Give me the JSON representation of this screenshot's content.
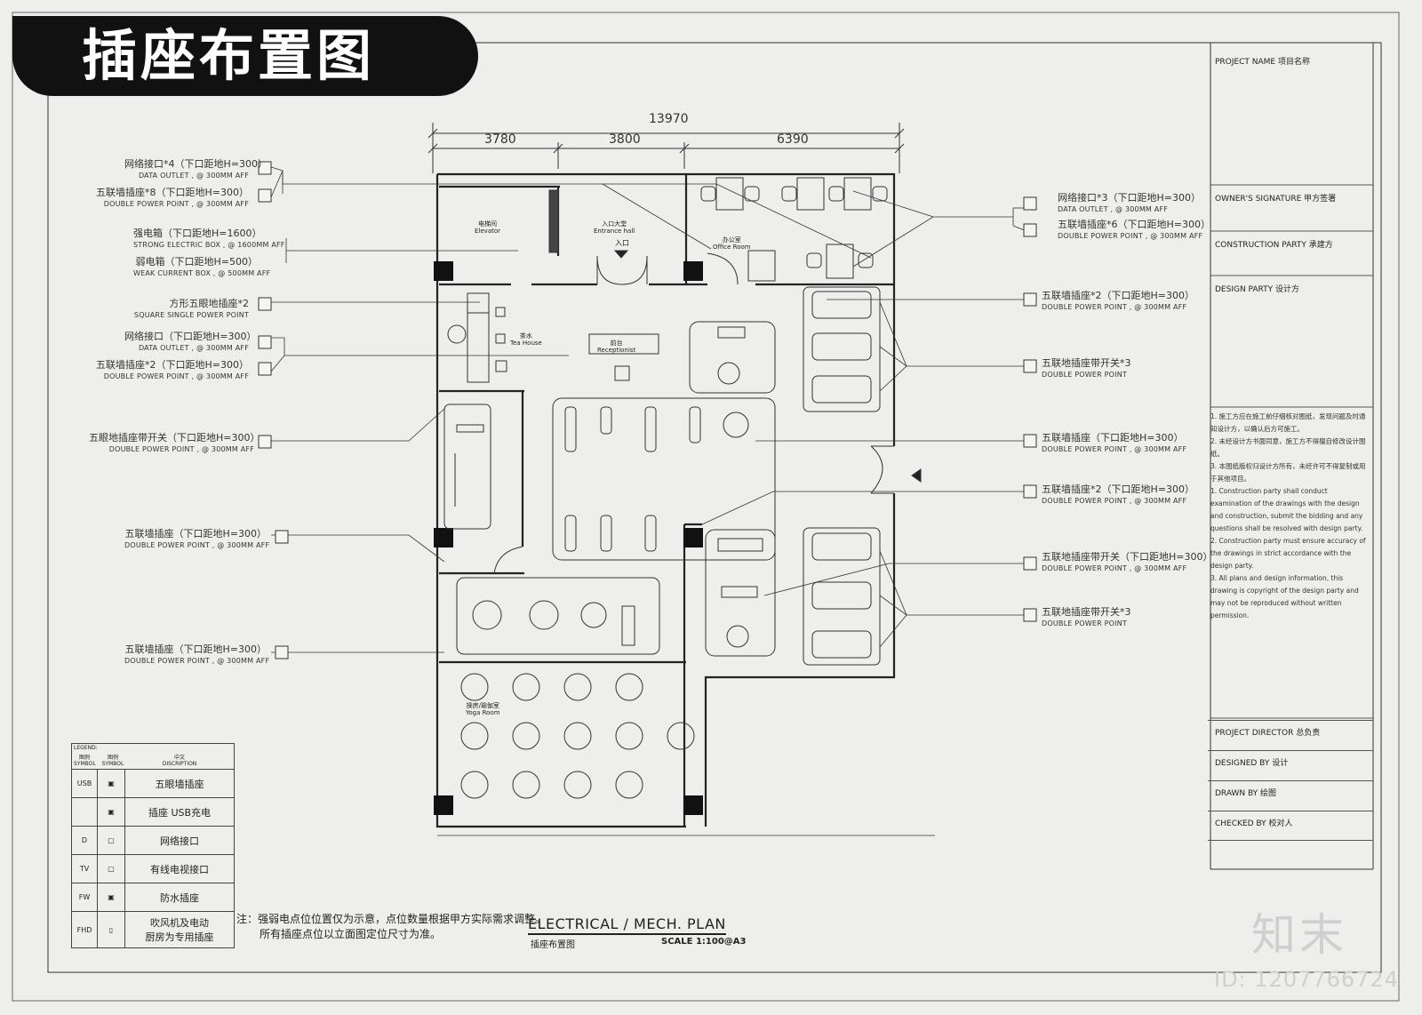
{
  "banner_title": "插座布置图",
  "dimensions": {
    "total": "13970",
    "seg1": "3780",
    "seg2": "3800",
    "seg3": "6390"
  },
  "left_callouts": [
    {
      "cn": "网络接口*4（下口距地H=300）",
      "en": "DATA  OUTLET , @ 300MM AFF"
    },
    {
      "cn": "五联墙插座*8（下口距地H=300）",
      "en": "DOUBLE  POWER POINT , @ 300MM AFF"
    },
    {
      "cn": "强电箱（下口距地H=1600）",
      "en": "STRONG ELECTRIC BOX , @ 1600MM AFF"
    },
    {
      "cn": "弱电箱（下口距地H=500）",
      "en": "WEAK CURRENT BOX , @ 500MM AFF"
    },
    {
      "cn": "方形五眼地插座*2",
      "en": "SQUARE  SINGLE POWER POINT"
    },
    {
      "cn": "网络接口（下口距地H=300）",
      "en": "DATA  OUTLET , @ 300MM AFF"
    },
    {
      "cn": "五联墙插座*2（下口距地H=300）",
      "en": "DOUBLE  POWER POINT , @ 300MM AFF"
    },
    {
      "cn": "五眼地插座带开关（下口距地H=300）",
      "en": "DOUBLE  POWER POINT , @ 300MM AFF"
    },
    {
      "cn": "五联墙插座（下口距地H=300）",
      "en": "DOUBLE  POWER POINT , @ 300MM AFF"
    },
    {
      "cn": "五联墙插座（下口距地H=300）",
      "en": "DOUBLE  POWER POINT , @ 300MM AFF"
    }
  ],
  "right_callouts": [
    {
      "cn": "网络接口*3（下口距地H=300）",
      "en": "DATA  OUTLET , @ 300MM AFF"
    },
    {
      "cn": "五联墙插座*6（下口距地H=300）",
      "en": "DOUBLE  POWER POINT , @ 300MM AFF"
    },
    {
      "cn": "五联墙插座*2（下口距地H=300）",
      "en": "DOUBLE  POWER POINT , @ 300MM AFF"
    },
    {
      "cn": "五联地插座带开关*3",
      "en": "DOUBLE  POWER POINT"
    },
    {
      "cn": "五联墙插座（下口距地H=300）",
      "en": "DOUBLE  POWER POINT , @ 300MM AFF"
    },
    {
      "cn": "五联墙插座*2（下口距地H=300）",
      "en": "DOUBLE  POWER POINT , @ 300MM AFF"
    },
    {
      "cn": "五联地插座带开关（下口距地H=300）",
      "en": "DOUBLE  POWER POINT , @ 300MM AFF"
    },
    {
      "cn": "五联地插座带开关*3",
      "en": "DOUBLE  POWER POINT"
    }
  ],
  "rooms": {
    "elevator": "电梯间\nElevator",
    "entrance": "入口大堂\nEntrance hall",
    "entry_sign": "入口",
    "office": "办公室\nOffice Room",
    "tea": "茶水\nTea House",
    "reception": "前台\nReceptionist",
    "yoga": "操房/瑜伽室\nYoga Room"
  },
  "legend": {
    "header": {
      "legend": "LEGEND:",
      "c1": "图例\nSYMBOL",
      "c2": "图例\nSYMBOL",
      "c3": "中文\nDISCRIPTION"
    },
    "rows": [
      {
        "sym": "USB",
        "desc": "五眼墙插座"
      },
      {
        "sym": "",
        "desc": "插座 USB充电"
      },
      {
        "sym": "D",
        "desc": "网络接口"
      },
      {
        "sym": "TV",
        "desc": "有线电视接口"
      },
      {
        "sym": "FW",
        "desc": "防水插座"
      },
      {
        "sym": "FHD",
        "desc": "吹风机及电动\n厨房为专用插座"
      }
    ]
  },
  "footnote": {
    "line1": "注：强弱电点位位置仅为示意，点位数量根据甲方实际需求调整。",
    "line2": "所有插座点位以立面图定位尺寸为准。"
  },
  "plan_title": "ELECTRICAL / MECH. PLAN",
  "plan_subtitle": "插座布置图",
  "plan_scale": "SCALE 1:100@A3",
  "title_block": {
    "project_name": "PROJECT NAME   项目名称",
    "owner": "OWNER'S SIGNATURE   甲方签署",
    "construction": "CONSTRUCTION PARTY   承建方",
    "design": "DESIGN PARTY   设计方",
    "director": "PROJECT DIRECTOR  总负责",
    "designed": "DESIGNED BY   设计",
    "drawn": "DRAWN BY   绘图",
    "checked": "CHECKED BY   校对人",
    "notes": [
      "1. 施工方应在施工前仔细核对图纸，发现问题及时通知设计方，以确认后方可施工。",
      "2. 未经设计方书面同意，施工方不得擅自修改设计图纸。",
      "3. 本图纸版权归设计方所有，未经许可不得复制或用于其他项目。",
      "1. Construction party shall conduct examination of the drawings with the design and construction, submit the bidding and any questions shall be resolved with design party.",
      "2. Construction party must ensure accuracy of the drawings in strict accordance with the design party.",
      "3. All plans and design information, this drawing is copyright of the design party and may not be reproduced without written permission."
    ]
  },
  "watermark": {
    "logo": "知末",
    "id": "ID: 1207766724"
  },
  "colors": {
    "background": "#eeeeec",
    "line": "#222222",
    "banner": "#111111"
  }
}
